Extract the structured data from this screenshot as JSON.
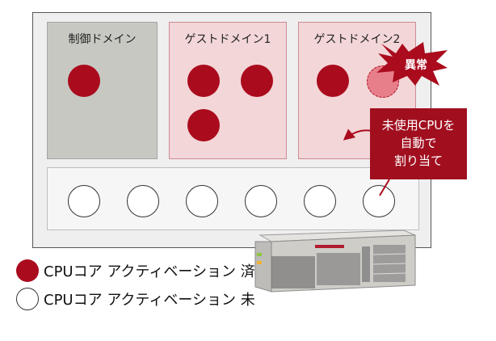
{
  "domains": {
    "control": "制御ドメイン",
    "guest1": "ゲストドメイン1",
    "guest2": "ゲストドメイン2"
  },
  "burst": {
    "label": "異常"
  },
  "callout": {
    "line1": "未使用CPUを",
    "line2": "自動で",
    "line3": "割り当て"
  },
  "legend": {
    "active": "CPUコア アクティベーション 済",
    "inactive": "CPUコア アクティベーション 未"
  },
  "colors": {
    "accent_red": "#aa0b1d",
    "domain_control_bg": "#c8c8c3",
    "domain_guest_bg": "#f3d6d8"
  }
}
